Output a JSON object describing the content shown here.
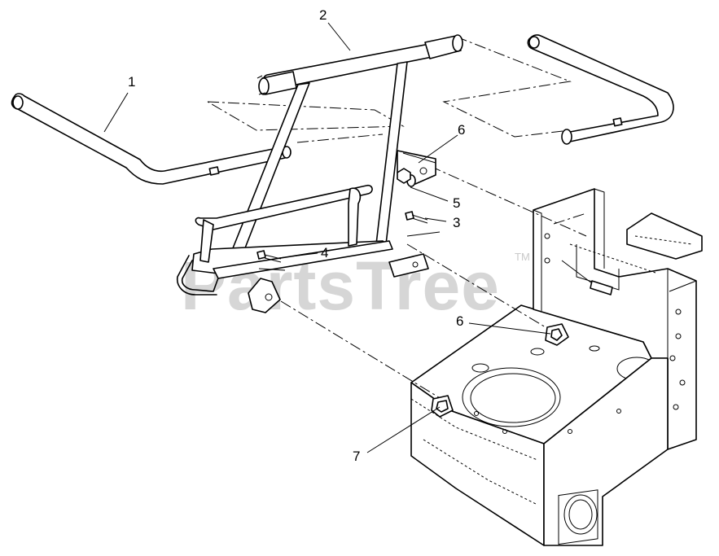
{
  "callouts": {
    "c1": "1",
    "c2": "2",
    "c3": "3",
    "c4": "4",
    "c5": "5",
    "c6a": "6",
    "c6b": "6",
    "c7": "7"
  },
  "watermark": {
    "text": "PartsTree",
    "trademark": "TM"
  }
}
